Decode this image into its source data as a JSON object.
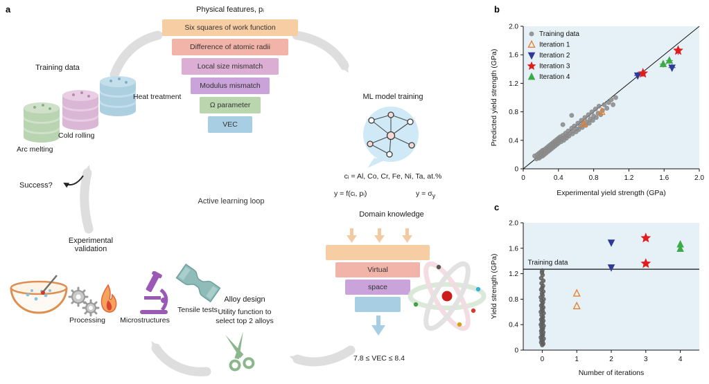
{
  "figure": {
    "panel_a_label": "a",
    "panel_b_label": "b",
    "panel_c_label": "c"
  },
  "colors": {
    "accent_red": "#cf3a2a",
    "plot_bg": "#e6f1f7",
    "training_gray_b": "#8a8a8a",
    "training_gray_c": "#5f5f5f",
    "iter1_orange": "#e58134",
    "iter2_blue": "#2e3a97",
    "iter3_red": "#e11c1c",
    "iter4_green": "#3cab47",
    "funnel": [
      "#f7cda4",
      "#f2b3a9",
      "#dcaed3",
      "#c9a3d9",
      "#b9d6ae",
      "#a7cee3"
    ]
  },
  "panel_a": {
    "physical_features_title": "Physical features, pᵢ",
    "funnel": [
      "Six squares of work function",
      "Difference of atomic radii",
      "Local size mismatch",
      "Modulus mismatch",
      "Ω parameter",
      "VEC"
    ],
    "training_data_label": "Training data",
    "arc_melting_label": "Arc melting",
    "cold_rolling_label": "Cold rolling",
    "heat_treatment_label": "Heat treatment",
    "success_label": "Success?",
    "active_loop_label": "Active learning loop",
    "ml_model_training_label": "ML model training",
    "eq_composition": "cᵢ = Al, Co, Cr, Fe, Ni, Ta, at.%",
    "eq_model": "y = f(cᵢ, pᵢ)",
    "eq_sigma_base": "y = σ",
    "eq_sigma_sub": "y",
    "domain_knowledge_label": "Domain knowledge",
    "virtual_label": "Virtual",
    "space_label": "space",
    "vec_constraint": "7.8 ≤ VEC ≤ 8.4",
    "experimental_validation_line1": "Experimental",
    "experimental_validation_line2": "validation",
    "processing_label": "Processing",
    "microstructures_label": "Microstructures",
    "tensile_tests_label": "Tensile tests",
    "alloy_design_label": "Alloy design",
    "utility_line1": "Utility function to",
    "utility_line2": "select top 2 alloys"
  },
  "chart_data": [
    {
      "id": "b",
      "type": "scatter",
      "xlabel": "Experimental yield strength (GPa)",
      "ylabel": "Predicted yield strength (GPa)",
      "xlim": [
        0,
        2
      ],
      "ylim": [
        0,
        2
      ],
      "xticks": [
        "0",
        "0.4",
        "0.8",
        "1.2",
        "1.6",
        "2.0"
      ],
      "xtick_vals": [
        0,
        0.4,
        0.8,
        1.2,
        1.6,
        2.0
      ],
      "yticks": [
        "0",
        "0.4",
        "0.8",
        "1.2",
        "1.6",
        "2.0"
      ],
      "ytick_vals": [
        0,
        0.4,
        0.8,
        1.2,
        1.6,
        2.0
      ],
      "plot_bg": "#e6f1f7",
      "grid": false,
      "legend": {
        "show": true,
        "position": "top-left"
      },
      "lines": [
        {
          "type": "identity"
        }
      ],
      "series": [
        {
          "name": "Training data",
          "marker": "circle",
          "color": "#8a8a8a",
          "open": false,
          "size": 3,
          "points": [
            [
              0.13,
              0.18
            ],
            [
              0.15,
              0.14
            ],
            [
              0.16,
              0.2
            ],
            [
              0.17,
              0.16
            ],
            [
              0.18,
              0.22
            ],
            [
              0.18,
              0.15
            ],
            [
              0.19,
              0.19
            ],
            [
              0.2,
              0.24
            ],
            [
              0.2,
              0.17
            ],
            [
              0.21,
              0.21
            ],
            [
              0.22,
              0.26
            ],
            [
              0.22,
              0.18
            ],
            [
              0.23,
              0.22
            ],
            [
              0.24,
              0.27
            ],
            [
              0.24,
              0.2
            ],
            [
              0.25,
              0.24
            ],
            [
              0.26,
              0.29
            ],
            [
              0.26,
              0.22
            ],
            [
              0.27,
              0.26
            ],
            [
              0.28,
              0.31
            ],
            [
              0.28,
              0.24
            ],
            [
              0.29,
              0.28
            ],
            [
              0.3,
              0.33
            ],
            [
              0.3,
              0.26
            ],
            [
              0.31,
              0.3
            ],
            [
              0.32,
              0.35
            ],
            [
              0.32,
              0.28
            ],
            [
              0.33,
              0.32
            ],
            [
              0.34,
              0.37
            ],
            [
              0.34,
              0.3
            ],
            [
              0.35,
              0.34
            ],
            [
              0.36,
              0.39
            ],
            [
              0.36,
              0.32
            ],
            [
              0.37,
              0.36
            ],
            [
              0.38,
              0.41
            ],
            [
              0.38,
              0.34
            ],
            [
              0.39,
              0.38
            ],
            [
              0.4,
              0.43
            ],
            [
              0.4,
              0.36
            ],
            [
              0.41,
              0.4
            ],
            [
              0.42,
              0.45
            ],
            [
              0.43,
              0.38
            ],
            [
              0.44,
              0.42
            ],
            [
              0.45,
              0.47
            ],
            [
              0.45,
              0.62
            ],
            [
              0.46,
              0.4
            ],
            [
              0.47,
              0.44
            ],
            [
              0.48,
              0.5
            ],
            [
              0.49,
              0.43
            ],
            [
              0.5,
              0.47
            ],
            [
              0.51,
              0.53
            ],
            [
              0.52,
              0.46
            ],
            [
              0.53,
              0.5
            ],
            [
              0.55,
              0.57
            ],
            [
              0.55,
              0.75
            ],
            [
              0.56,
              0.49
            ],
            [
              0.57,
              0.53
            ],
            [
              0.58,
              0.6
            ],
            [
              0.6,
              0.52
            ],
            [
              0.61,
              0.56
            ],
            [
              0.62,
              0.64
            ],
            [
              0.63,
              0.55
            ],
            [
              0.65,
              0.6
            ],
            [
              0.66,
              0.68
            ],
            [
              0.67,
              0.58
            ],
            [
              0.68,
              0.63
            ],
            [
              0.7,
              0.72
            ],
            [
              0.71,
              0.61
            ],
            [
              0.72,
              0.66
            ],
            [
              0.74,
              0.76
            ],
            [
              0.75,
              0.64
            ],
            [
              0.76,
              0.7
            ],
            [
              0.78,
              0.8
            ],
            [
              0.79,
              0.68
            ],
            [
              0.8,
              0.74
            ],
            [
              0.82,
              0.84
            ],
            [
              0.83,
              0.72
            ],
            [
              0.85,
              0.78
            ],
            [
              0.86,
              0.88
            ],
            [
              0.88,
              0.76
            ],
            [
              0.9,
              0.82
            ],
            [
              0.92,
              0.9
            ],
            [
              0.95,
              0.85
            ],
            [
              0.97,
              0.93
            ],
            [
              1.0,
              0.97
            ],
            [
              1.02,
              0.9
            ],
            [
              1.05,
              1.0
            ]
          ]
        },
        {
          "name": "Iteration 1",
          "marker": "triangle-up",
          "color": "#e58134",
          "open": true,
          "size": 4.5,
          "points": [
            [
              0.69,
              0.63,
              0,
              0.04
            ],
            [
              0.89,
              0.8,
              0,
              0.04
            ]
          ]
        },
        {
          "name": "Iteration 2",
          "marker": "triangle-down",
          "color": "#2e3a97",
          "open": false,
          "size": 4.5,
          "points": [
            [
              1.3,
              1.31,
              0.04,
              0.05
            ],
            [
              1.69,
              1.42,
              0.04,
              0.05
            ]
          ]
        },
        {
          "name": "Iteration 3",
          "marker": "star",
          "color": "#e11c1c",
          "open": false,
          "size": 6.5,
          "points": [
            [
              1.36,
              1.34,
              0.03,
              0.05
            ],
            [
              1.76,
              1.66,
              0.03,
              0.06
            ]
          ]
        },
        {
          "name": "Iteration 4",
          "marker": "triangle-up",
          "color": "#3cab47",
          "open": false,
          "size": 4.5,
          "points": [
            [
              1.59,
              1.47,
              0.04,
              0.05
            ],
            [
              1.66,
              1.52,
              0.04,
              0.05
            ]
          ]
        }
      ]
    },
    {
      "id": "c",
      "type": "scatter",
      "xlabel": "Number of iterations",
      "ylabel": "Yield strength (GPa)",
      "xlim": [
        -0.55,
        4.55
      ],
      "ylim": [
        0,
        2
      ],
      "xticks": [
        "0",
        "1",
        "2",
        "3",
        "4"
      ],
      "xtick_vals": [
        0,
        1,
        2,
        3,
        4
      ],
      "yticks": [
        "0",
        "0.4",
        "0.8",
        "1.2",
        "1.6",
        "2.0"
      ],
      "ytick_vals": [
        0,
        0.4,
        0.8,
        1.2,
        1.6,
        2.0
      ],
      "plot_bg": "#e6f1f7",
      "grid": false,
      "legend": {
        "show": false
      },
      "lines": [
        {
          "type": "hline",
          "y": 1.27,
          "label": "Training data"
        }
      ],
      "annotations": [
        {
          "x": -0.42,
          "y": 1.345,
          "text": "Training data"
        }
      ],
      "series": [
        {
          "name": "Training data",
          "marker": "circle",
          "color": "#5f5f5f",
          "open": false,
          "size": 2.8,
          "points": [
            [
              0,
              0.08
            ],
            [
              0.03,
              0.1
            ],
            [
              -0.03,
              0.12
            ],
            [
              0.01,
              0.14
            ],
            [
              -0.02,
              0.16
            ],
            [
              0.04,
              0.18
            ],
            [
              -0.04,
              0.2
            ],
            [
              0,
              0.22
            ],
            [
              0.02,
              0.24
            ],
            [
              -0.02,
              0.26
            ],
            [
              0.03,
              0.28
            ],
            [
              -0.03,
              0.3
            ],
            [
              0,
              0.32
            ],
            [
              0.02,
              0.34
            ],
            [
              -0.02,
              0.36
            ],
            [
              0.04,
              0.38
            ],
            [
              -0.04,
              0.4
            ],
            [
              0.01,
              0.42
            ],
            [
              -0.01,
              0.44
            ],
            [
              0.03,
              0.46
            ],
            [
              -0.03,
              0.48
            ],
            [
              0,
              0.5
            ],
            [
              0.02,
              0.52
            ],
            [
              -0.02,
              0.55
            ],
            [
              0.04,
              0.58
            ],
            [
              -0.04,
              0.6
            ],
            [
              0.01,
              0.62
            ],
            [
              -0.01,
              0.65
            ],
            [
              0.03,
              0.67
            ],
            [
              -0.03,
              0.7
            ],
            [
              0,
              0.72
            ],
            [
              0.02,
              0.75
            ],
            [
              -0.02,
              0.78
            ],
            [
              0.04,
              0.8
            ],
            [
              -0.04,
              0.83
            ],
            [
              0.01,
              0.86
            ],
            [
              -0.01,
              0.89
            ],
            [
              0.03,
              0.92
            ],
            [
              -0.03,
              0.95
            ],
            [
              0,
              0.98
            ],
            [
              0.02,
              1.01
            ],
            [
              -0.02,
              1.05
            ],
            [
              0.03,
              1.09
            ],
            [
              -0.03,
              1.13
            ],
            [
              0.01,
              1.18
            ],
            [
              -0.01,
              1.22
            ],
            [
              0,
              1.25
            ]
          ]
        },
        {
          "name": "Iteration 1",
          "marker": "triangle-up",
          "color": "#e58134",
          "open": true,
          "size": 4.5,
          "points": [
            [
              1,
              0.69
            ],
            [
              1,
              0.89
            ]
          ]
        },
        {
          "name": "Iteration 2",
          "marker": "triangle-down",
          "color": "#2e3a97",
          "open": false,
          "size": 4.5,
          "points": [
            [
              2,
              1.3
            ],
            [
              2,
              1.69
            ]
          ]
        },
        {
          "name": "Iteration 3",
          "marker": "star",
          "color": "#e11c1c",
          "open": false,
          "size": 6.5,
          "points": [
            [
              3,
              1.36
            ],
            [
              3,
              1.76
            ]
          ]
        },
        {
          "name": "Iteration 4",
          "marker": "triangle-up",
          "color": "#3cab47",
          "open": false,
          "size": 4.5,
          "points": [
            [
              4,
              1.59
            ],
            [
              4,
              1.66
            ]
          ]
        }
      ]
    }
  ]
}
